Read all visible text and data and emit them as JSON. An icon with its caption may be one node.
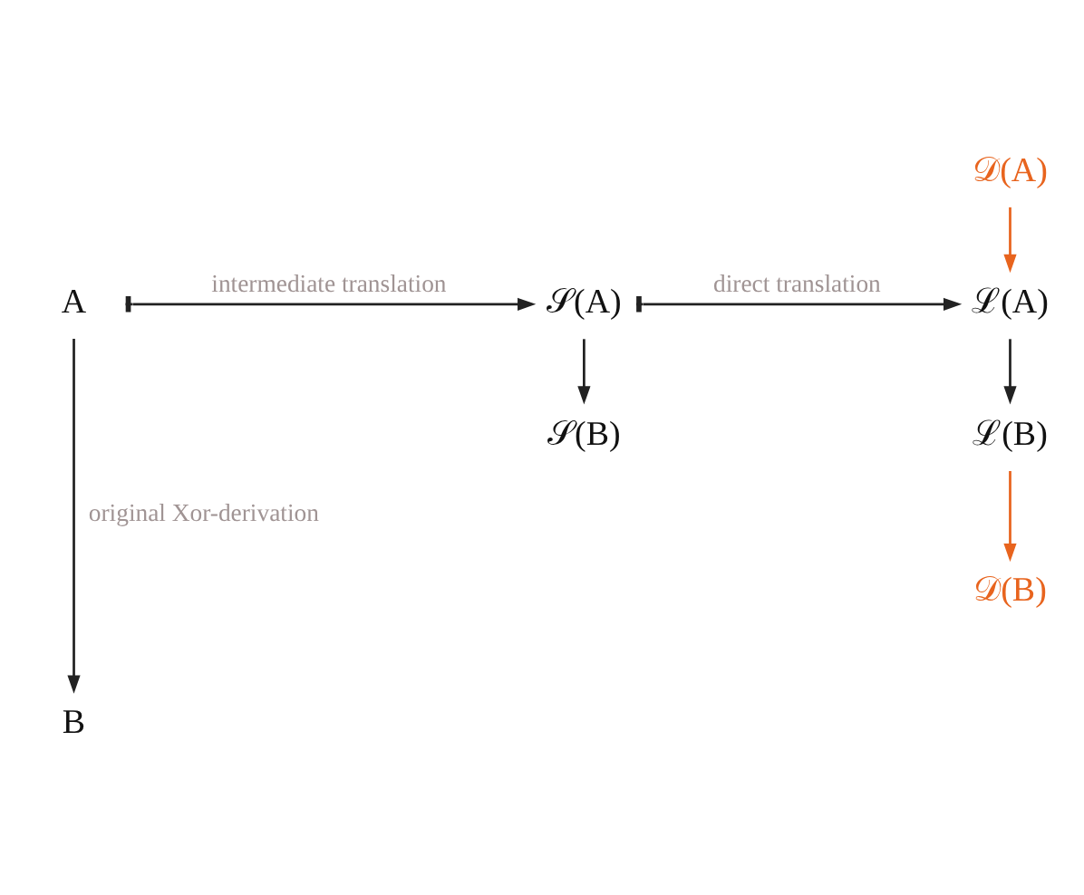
{
  "diagram": {
    "nodes": [
      {
        "text": [
          "A"
        ]
      },
      {
        "text": [
          "B"
        ]
      },
      {
        "text": [
          "𝒮(A)"
        ]
      },
      {
        "text": [
          "𝒮(B)"
        ]
      },
      {
        "text": [
          "𝒟(A)"
        ]
      },
      {
        "text": [
          "ℒ(A)"
        ]
      },
      {
        "text": [
          "ℒ(B)"
        ]
      },
      {
        "text": [
          "𝒟(B)"
        ]
      }
    ],
    "edges": [
      {
        "from": 0,
        "to": 1,
        "arrow": "to",
        "label": "original Xor-derivation"
      },
      {
        "from": 2,
        "to": 3,
        "arrow": "to"
      },
      {
        "from": 5,
        "to": 6,
        "arrow": "to"
      },
      {
        "from": 4,
        "to": 5,
        "arrow": "to",
        "color": "#e8641e"
      },
      {
        "from": 6,
        "to": 7,
        "arrow": "to",
        "color": "#e8641e"
      },
      {
        "from": 0,
        "to": 2,
        "arrow": "to",
        "label": "intermediate translation"
      },
      {
        "from": 2,
        "to": 5,
        "arrow": "to",
        "label": "direct translation"
      }
    ]
  }
}
